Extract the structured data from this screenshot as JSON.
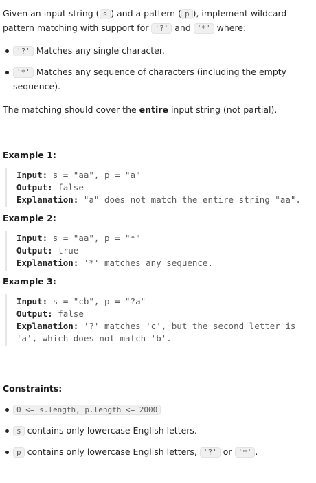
{
  "intro": {
    "t1": "Given an input string (",
    "code_s": "s",
    "t2": ") and a pattern (",
    "code_p": "p",
    "t3": "), implement wildcard pattern matching with support for",
    "code_q": "'?'",
    "t4": "and",
    "code_star": "'*'",
    "t5": "where:"
  },
  "rules": [
    {
      "code": "'?'",
      "text": "Matches any single character."
    },
    {
      "code": "'*'",
      "text": "Matches any sequence of characters (including the empty sequence)."
    }
  ],
  "note": {
    "t1": "The matching should cover the",
    "bold": "entire",
    "t2": "input string (not partial)."
  },
  "examples": [
    {
      "title": "Example 1:",
      "input_label": "Input:",
      "input": "s = \"aa\", p = \"a\"",
      "output_label": "Output:",
      "output": "false",
      "explanation_label": "Explanation:",
      "explanation": "\"a\" does not match the entire string \"aa\"."
    },
    {
      "title": "Example 2:",
      "input_label": "Input:",
      "input": "s = \"aa\", p = \"*\"",
      "output_label": "Output:",
      "output": "true",
      "explanation_label": "Explanation:",
      "explanation": "'*' matches any sequence."
    },
    {
      "title": "Example 3:",
      "input_label": "Input:",
      "input": "s = \"cb\", p = \"?a\"",
      "output_label": "Output:",
      "output": "false",
      "explanation_label": "Explanation:",
      "explanation": "'?' matches 'c', but the second letter is 'a', which does not match 'b'."
    }
  ],
  "constraints": {
    "title": "Constraints:",
    "c1_code": "0 <= s.length, p.length <= 2000",
    "c2_code": "s",
    "c2_text": "contains only lowercase English letters.",
    "c3_code": "p",
    "c3_text": "contains only lowercase English letters,",
    "c3_code2": "'?'",
    "c3_or": "or",
    "c3_code3": "'*'",
    "c3_end": "."
  }
}
